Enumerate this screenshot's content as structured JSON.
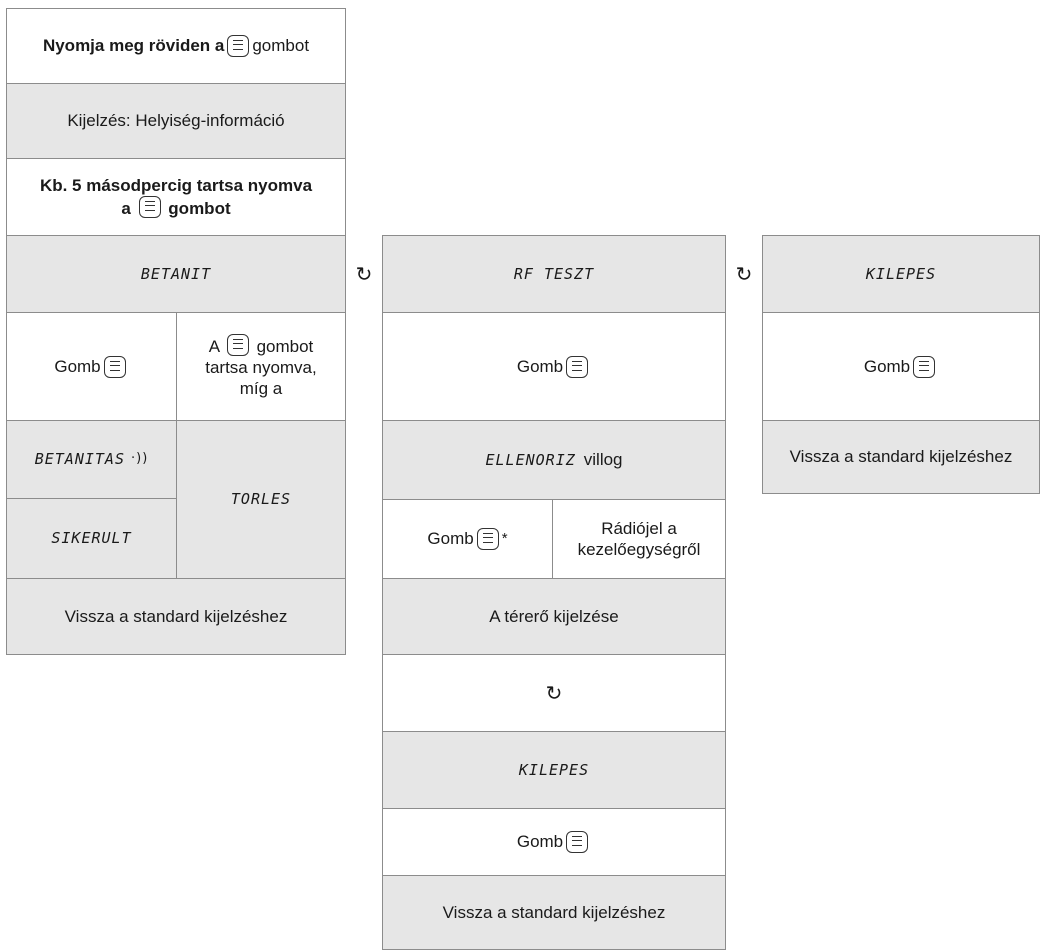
{
  "intro": {
    "press_short_prefix": "Nyomja meg röviden a",
    "press_short_suffix": "gombot",
    "display_info": "Kijelzés: Helyiség-információ",
    "hold_line1": "Kb. 5 másodpercig tartsa nyomva",
    "hold_prefix": "a",
    "hold_suffix": "gombot"
  },
  "cycle_symbol": "↻",
  "menu_icon": "menu-button-icon",
  "col1": {
    "title": "BETANIT",
    "button_label": "Gomb",
    "hold_prefix": "A",
    "hold_suffix": "gombot tartsa nyomva, míg a",
    "learning": "BETANITAS",
    "learning_signal": "·))",
    "success": "SIKERULT",
    "delete": "TORLES",
    "return": "Vissza a standard kijelzéshez"
  },
  "col2": {
    "title": "RF TESZT",
    "button_label": "Gomb",
    "check": "ELLENORIZ",
    "check_suffix": "villog",
    "button_star": "Gomb",
    "star": "*",
    "radio_signal": "Rádiójel a kezelőegységről",
    "field_strength": "A térerő kijelzése",
    "exit": "KILEPES",
    "button_label2": "Gomb",
    "return": "Vissza a standard kijelzéshez"
  },
  "col3": {
    "title": "KILEPES",
    "button_label": "Gomb",
    "return": "Vissza a standard kijelzéshez"
  }
}
